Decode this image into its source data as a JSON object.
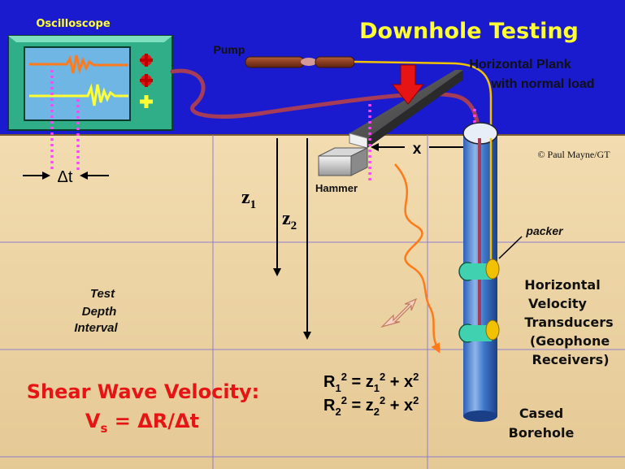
{
  "title": "Downhole Testing",
  "labels": {
    "oscilloscope": "Oscilloscope",
    "pump": "Pump",
    "plank_line1": "Horizontal Plank",
    "plank_line2": "with normal load",
    "hammer": "Hammer",
    "x": "x",
    "copyright": "© Paul Mayne/GT",
    "delta_t": "Δt",
    "z1": "z",
    "z1_sub": "1",
    "z2": "z",
    "z2_sub": "2",
    "packer": "packer",
    "test_depth": [
      "Test",
      "Depth",
      "Interval"
    ],
    "transducers": [
      "Horizontal",
      "Velocity",
      "Transducers",
      "(Geophone",
      "Receivers)"
    ],
    "borehole": [
      "Cased",
      "Borehole"
    ]
  },
  "formula": {
    "heading": "Shear Wave Velocity:",
    "vs": "V",
    "vs_sub": "s",
    "vs_rhs": " = ΔR/Δt",
    "eq1": {
      "R": "R",
      "R_sub": "1",
      "pow": "2",
      "eq": " = z",
      "z_sub": "1",
      "z_pow": "2",
      "plus": " + x",
      "x_pow": "2"
    },
    "eq2": {
      "R": "R",
      "R_sub": "2",
      "pow": "2",
      "eq": " = z",
      "z_sub": "2",
      "z_pow": "2",
      "plus": " + x",
      "x_pow": "2"
    }
  },
  "colors": {
    "sky": "#1a1acf",
    "soil": "#ecd4a4",
    "title": "#ffff33",
    "oscilloscope_body": "#2fae88",
    "oscilloscope_screen": "#6fb6e4",
    "cable": "#a53c58",
    "wave": "#ff7a1a",
    "formula_red": "#e61414",
    "packer": "#f2c200",
    "transducer": "#3fd1b0",
    "grid": "#8f7fd0",
    "probe": "#ff44ff"
  },
  "icons": [
    "plus-icon",
    "arrow-icon",
    "double-arrow-icon"
  ]
}
